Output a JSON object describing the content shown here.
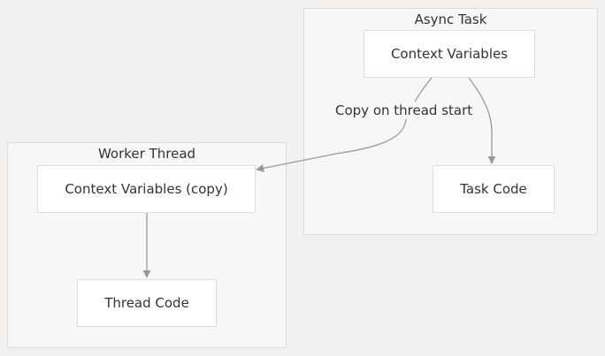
{
  "clusters": {
    "async_task": {
      "title": "Async Task"
    },
    "worker_thread": {
      "title": "Worker Thread"
    }
  },
  "nodes": {
    "context_variables": "Context Variables",
    "task_code": "Task Code",
    "context_variables_copy": "Context Variables (copy)",
    "thread_code": "Thread Code"
  },
  "edges": {
    "copy_label": "Copy on thread start"
  },
  "colors": {
    "background": "#f2f1ef",
    "cluster_fill": "#f7f7f7",
    "cluster_border": "#dcdcdc",
    "node_fill": "#ffffff",
    "node_border": "#dedede",
    "edge": "#999999",
    "text": "#333333"
  }
}
